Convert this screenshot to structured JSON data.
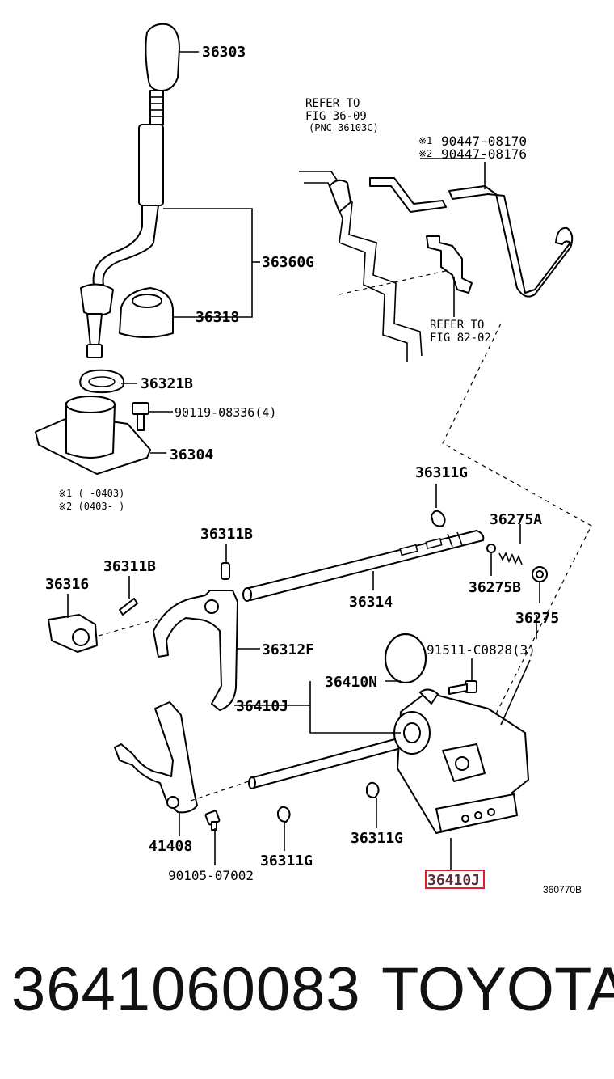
{
  "labels": {
    "p36303": "36303",
    "p36360G": "36360G",
    "p36318": "36318",
    "p36321B": "36321B",
    "p90119": "90119-08336(4)",
    "p36304": "36304",
    "p36311G_top": "36311G",
    "p36275A": "36275A",
    "p36275B": "36275B",
    "p36275": "36275",
    "p36311B_a": "36311B",
    "p36311B_b": "36311B",
    "p36316": "36316",
    "p36314": "36314",
    "p36312F": "36312F",
    "p91511": "91511-C0828(3)",
    "p36410N": "36410N",
    "p36410J_mid": "36410J",
    "p41408": "41408",
    "p90105": "90105-07002",
    "p36311G_mid": "36311G",
    "p36311G_low": "36311G",
    "p36410J_hl": "36410J"
  },
  "references": {
    "ref1_l1": "REFER TO",
    "ref1_l2": "FIG 36-09",
    "ref1_l3": "(PNC 36103C)",
    "ref2_l1": "REFER TO",
    "ref2_l2": "FIG 82-02"
  },
  "notes": {
    "n1_mark": "※1",
    "n1_part": "90447-08170",
    "n2_mark": "※2",
    "n2_part": "90447-08176",
    "fn1": "※1 (    -0403)",
    "fn2": "※2 (0403-    )"
  },
  "figure_code": "360770B",
  "highlight_color": "#e0202a",
  "footer": {
    "part_number": "3641060083",
    "brand": "TOYOTA"
  }
}
